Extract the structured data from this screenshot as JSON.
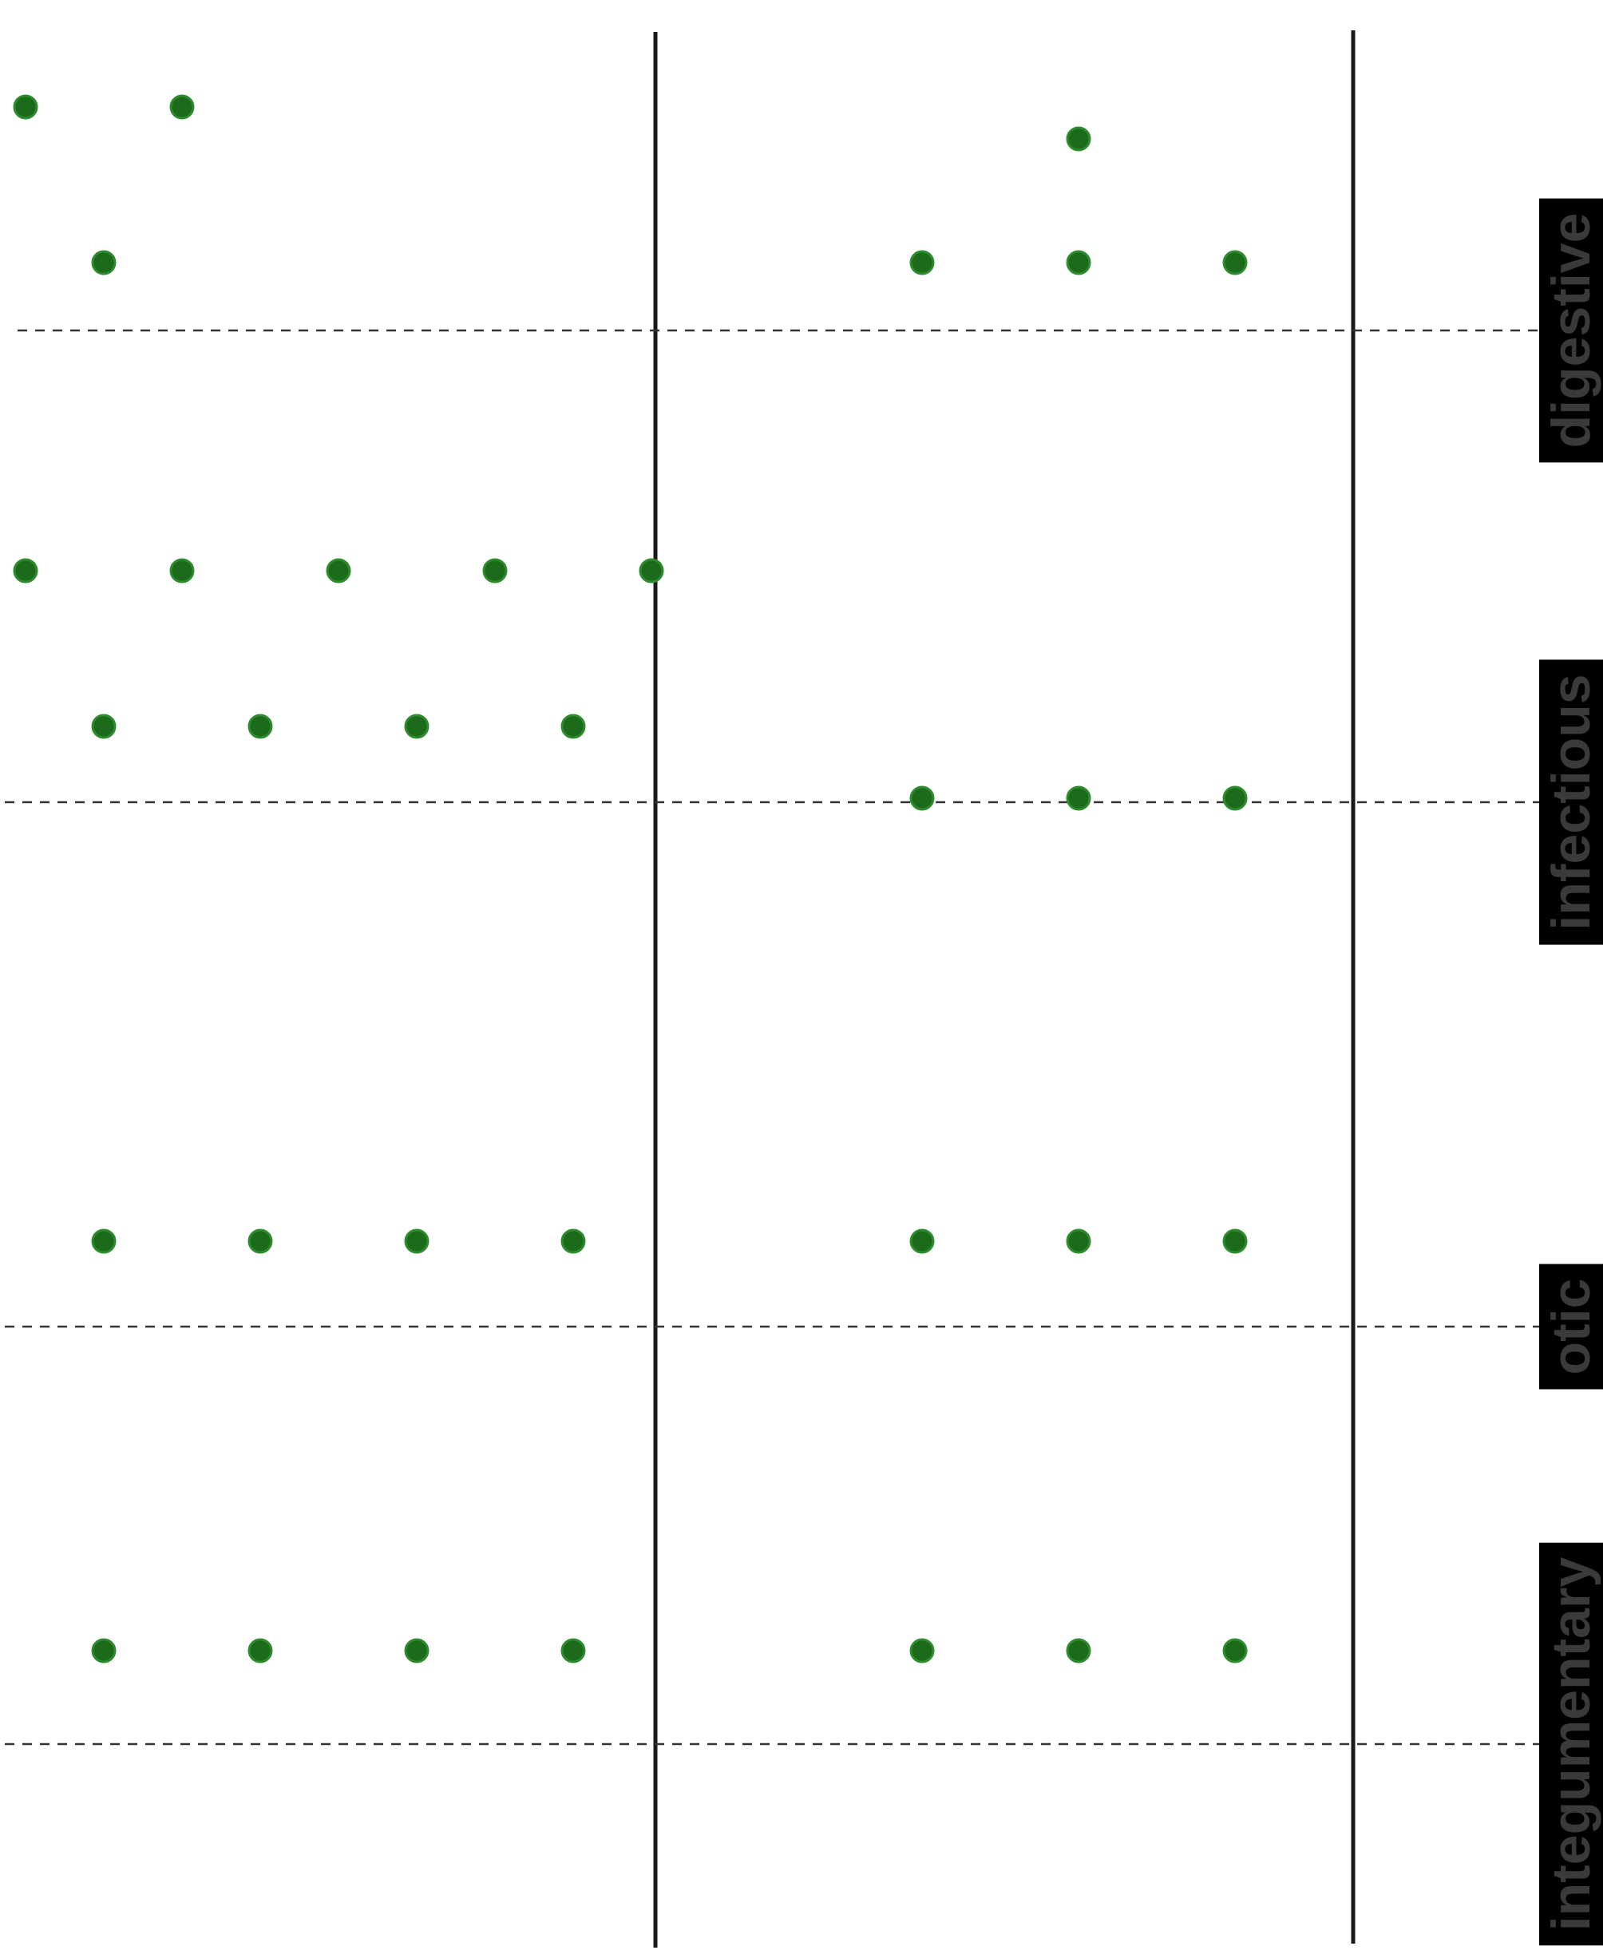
{
  "chart_data": {
    "type": "scatter",
    "orientation": "rotated-90",
    "categories": [
      "digestive",
      "infectious",
      "otic",
      "integumentary"
    ],
    "panels": [
      {
        "groups": [
          {
            "category": "digestive",
            "rows": [
              1,
              2
            ]
          },
          {
            "category": "infectious",
            "rows": [
              4,
              5
            ]
          },
          {
            "category": "otic",
            "rows": [
              4
            ]
          },
          {
            "category": "integumentary",
            "rows": [
              4
            ]
          }
        ]
      },
      {
        "groups": [
          {
            "category": "digestive",
            "rows": [
              3,
              1
            ]
          },
          {
            "category": "infectious",
            "rows": [
              3
            ]
          },
          {
            "category": "otic",
            "rows": [
              3
            ]
          },
          {
            "category": "integumentary",
            "rows": [
              3
            ]
          }
        ]
      }
    ],
    "marker_color": "#1b6b1b",
    "marker_edge_color": "#2e8b2e",
    "label_background": "#000000",
    "label_text_color": "#3a3a3a",
    "grid": false
  }
}
